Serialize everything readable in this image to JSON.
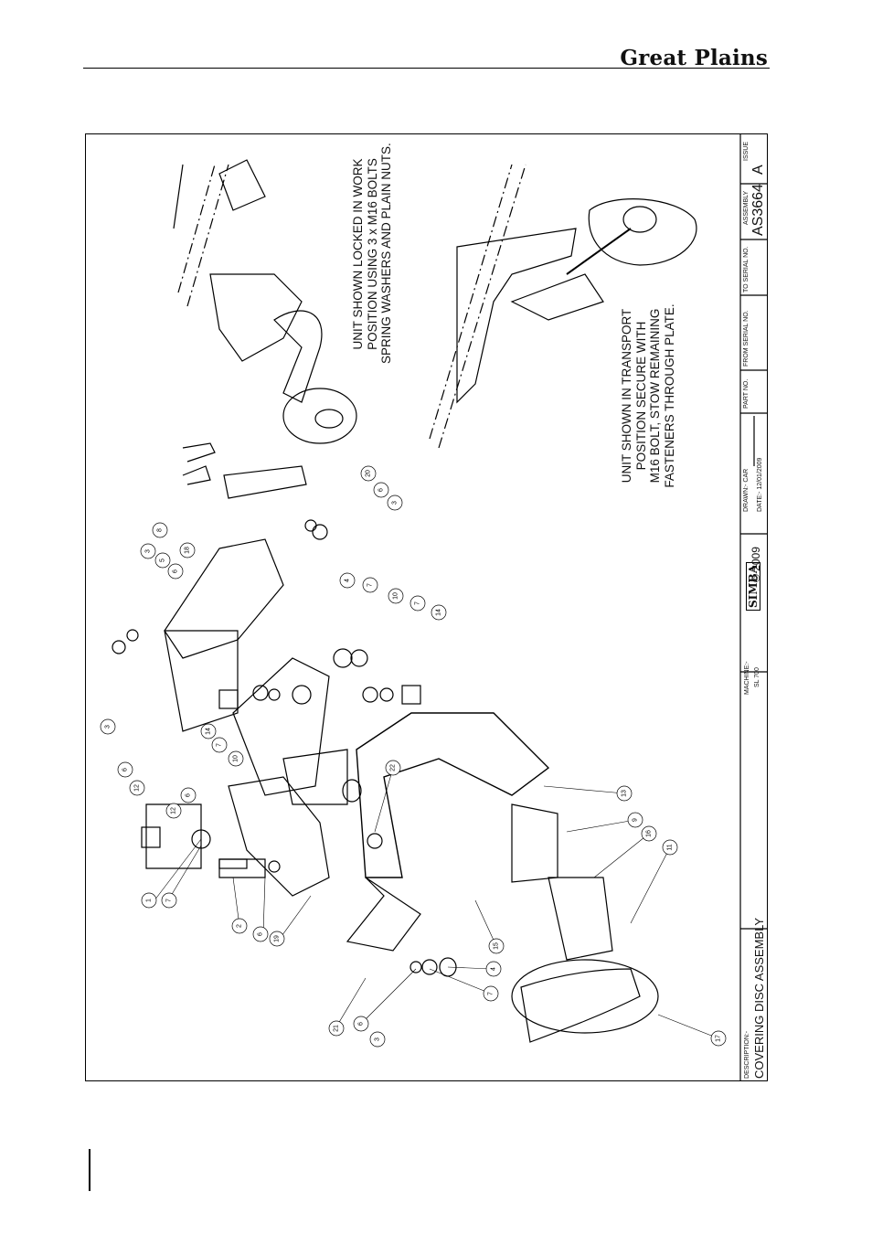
{
  "header": {
    "brand": "Great Plains"
  },
  "title_block": {
    "description_label": "DESCRIPTION:-",
    "description": "COVERING DISC ASSEMBLY",
    "machine_label": "MACHINE:-",
    "machine": "SL 700",
    "logo_text": "SIMBA",
    "copyright": "© 2009",
    "drawn": "DRAWN:- CAR",
    "date": "DATE:- 12/01/2009",
    "part_no_label": "PART NO.",
    "from_serial_label": "FROM SERIAL NO.",
    "to_serial_label": "TO SERIAL NO.",
    "assembly_label": "ASSEMBLY",
    "assembly": "AS3664",
    "issue_label": "ISSUE",
    "issue": "A"
  },
  "notes": {
    "work": [
      "UNIT SHOWN LOCKED IN WORK",
      "POSITION USING 3 x M16 BOLTS",
      "SPRING WASHERS AND PLAIN NUTS."
    ],
    "transport": [
      "UNIT SHOWN IN TRANSPORT",
      "POSITION SECURE WITH",
      "M16 BOLT, STOW REMAINING",
      "FASTENERS THROUGH PLATE."
    ]
  },
  "callouts": [
    "1",
    "7",
    "2",
    "6",
    "19",
    "21",
    "6",
    "3",
    "7",
    "4",
    "15",
    "17",
    "11",
    "16",
    "9",
    "13",
    "22",
    "12",
    "6",
    "12",
    "6",
    "3",
    "14",
    "7",
    "10",
    "3",
    "5",
    "6",
    "18",
    "8",
    "4",
    "7",
    "10",
    "7",
    "14",
    "20",
    "6",
    "3"
  ]
}
